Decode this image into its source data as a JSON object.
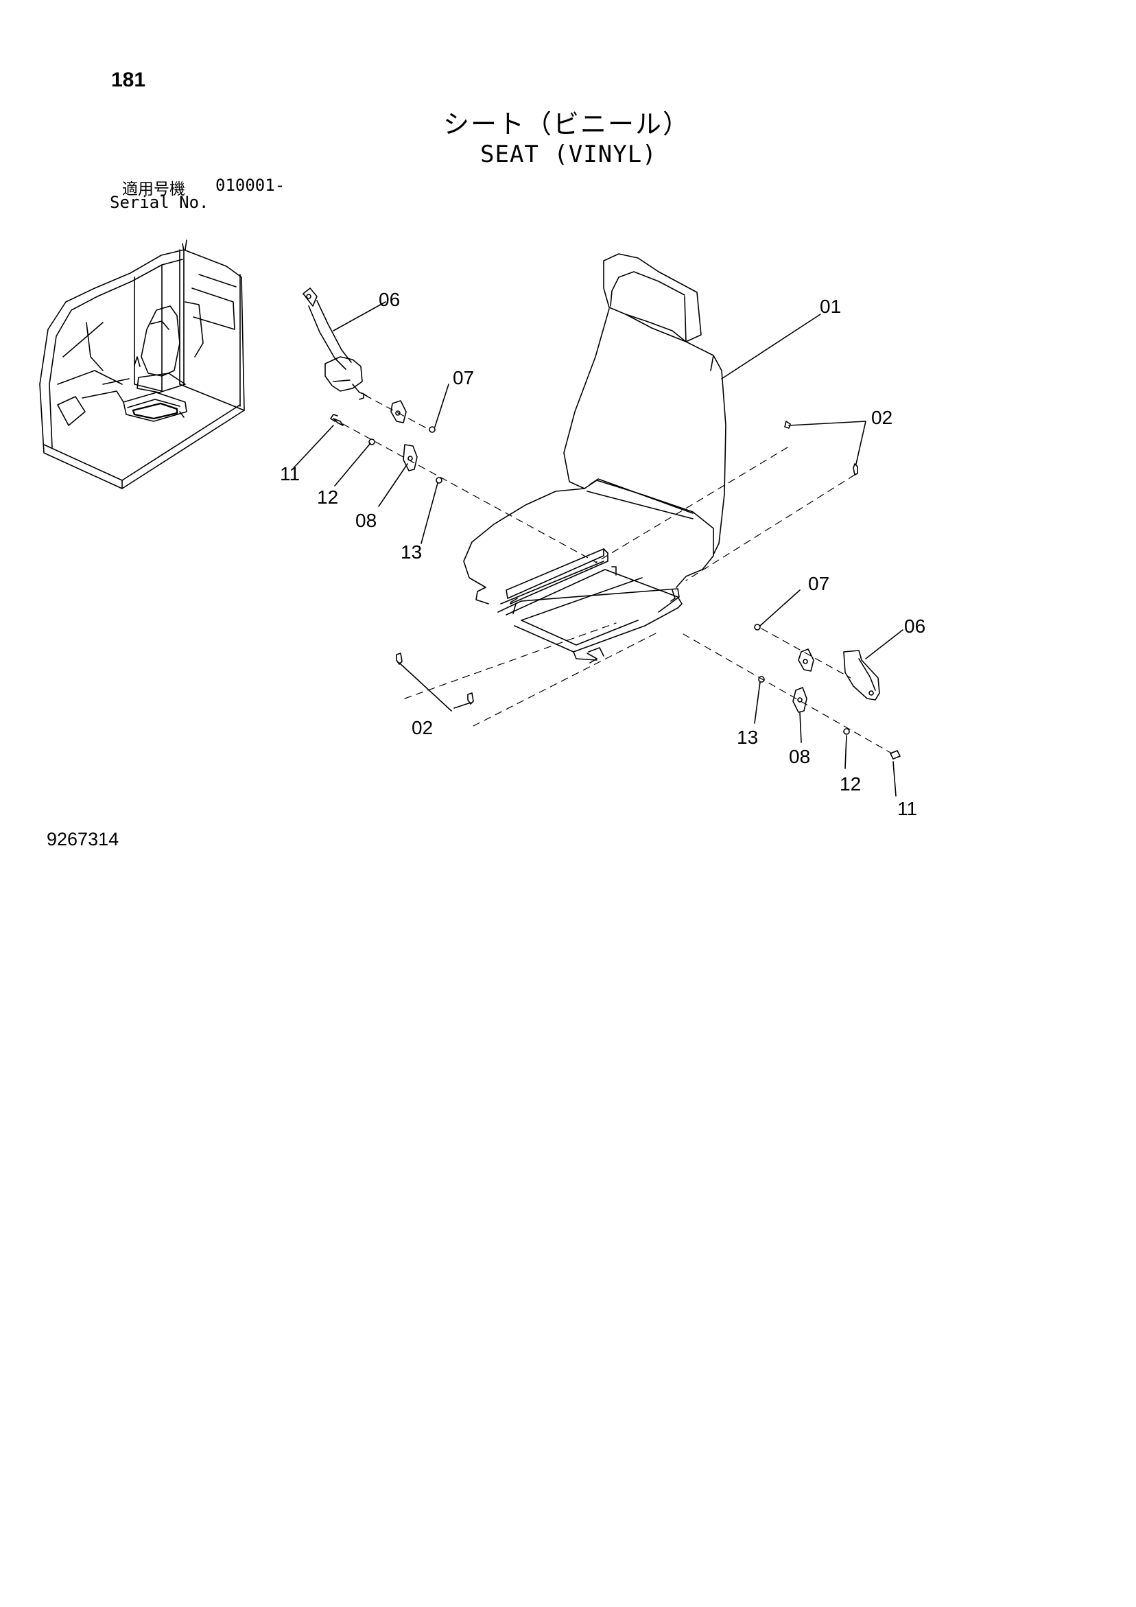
{
  "page_number": "181",
  "title_jp": "シート（ビニール）",
  "title_en": "SEAT (VINYL)",
  "serial_label_jp": "適用号機",
  "serial_range": "010001-",
  "serial_label_en": "Serial No.",
  "drawing_number": "9267314",
  "callouts": {
    "c01": "01",
    "c02a": "02",
    "c02b": "02",
    "c06a": "06",
    "c06b": "06",
    "c07a": "07",
    "c07b": "07",
    "c08a": "08",
    "c08b": "08",
    "c11a": "11",
    "c11b": "11",
    "c12a": "12",
    "c12b": "12",
    "c13a": "13",
    "c13b": "13"
  },
  "colors": {
    "ink": "#000000",
    "paper": "#ffffff"
  }
}
